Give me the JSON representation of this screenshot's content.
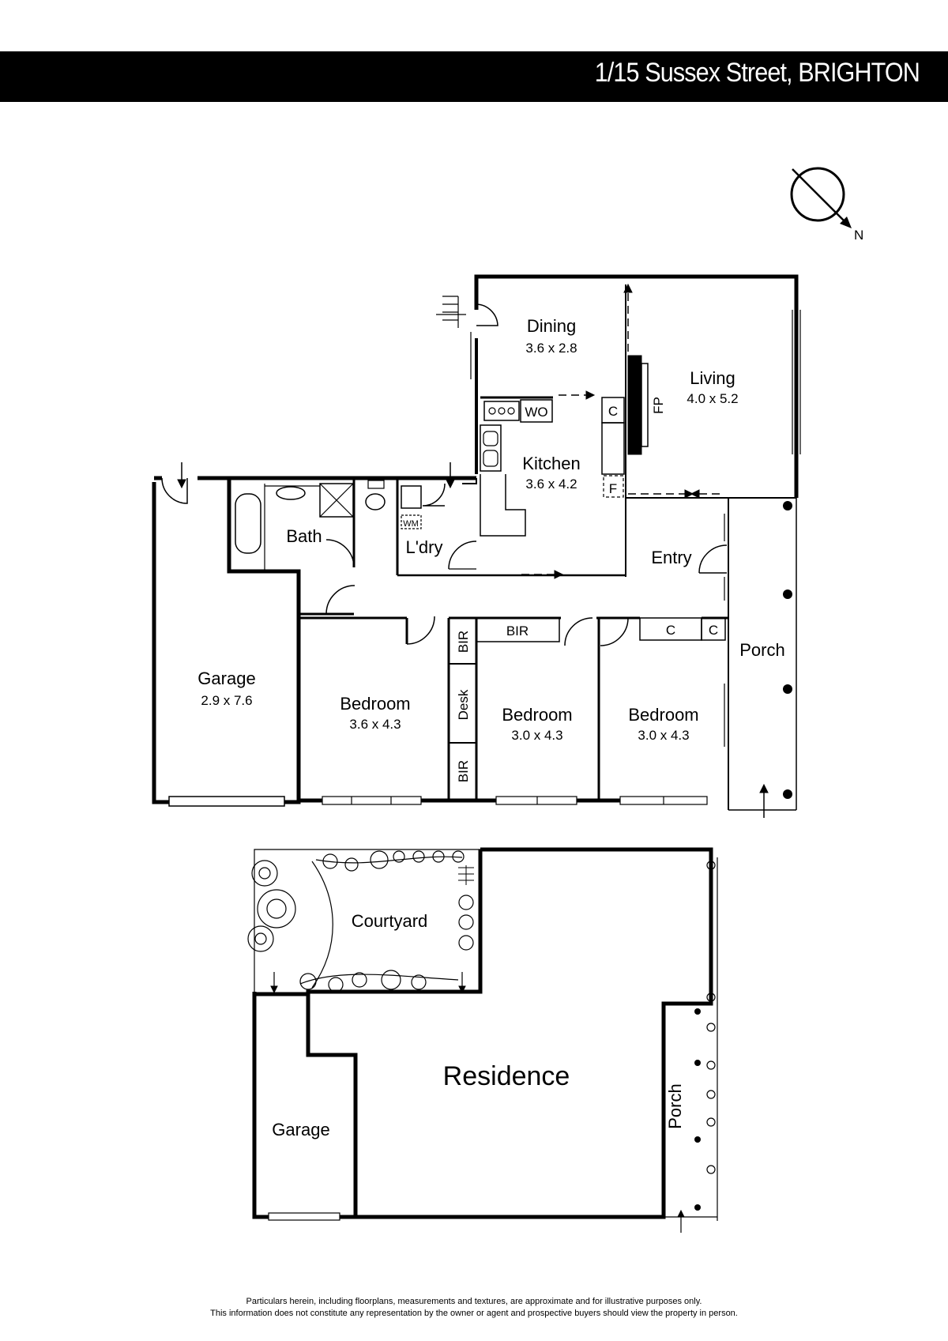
{
  "header": {
    "title": "1/15 Sussex Street, BRIGHTON"
  },
  "compass": {
    "label": "N"
  },
  "rooms": {
    "dining": {
      "name": "Dining",
      "dims": "3.6 x 2.8"
    },
    "living": {
      "name": "Living",
      "dims": "4.0 x 5.2"
    },
    "kitchen": {
      "name": "Kitchen",
      "dims": "3.6 x 4.2"
    },
    "bath": {
      "name": "Bath"
    },
    "laundry": {
      "name": "L'dry"
    },
    "entry": {
      "name": "Entry"
    },
    "porch": {
      "name": "Porch"
    },
    "garage": {
      "name": "Garage",
      "dims": "2.9 x 7.6"
    },
    "bedroom1": {
      "name": "Bedroom",
      "dims": "3.6 x 4.3"
    },
    "bedroom2": {
      "name": "Bedroom",
      "dims": "3.0 x 4.3"
    },
    "bedroom3": {
      "name": "Bedroom",
      "dims": "3.0 x 4.3"
    }
  },
  "fixtures": {
    "wo": "WO",
    "c_kitchen": "C",
    "fp": "FP",
    "f": "F",
    "wm": "WM",
    "bir_top": "BIR",
    "bir_left_top": "BIR",
    "desk": "Desk",
    "bir_left_bottom": "BIR",
    "c_bed1": "C",
    "c_bed2": "C"
  },
  "site_plan": {
    "courtyard": "Courtyard",
    "residence": "Residence",
    "garage": "Garage",
    "porch": "Porch"
  },
  "disclaimer": {
    "line1": "Particulars herein, including floorplans, measurements and textures, are approximate and for illustrative purposes only.",
    "line2": "This information does not constitute any representation by the owner or agent and prospective buyers should view the property in person."
  }
}
